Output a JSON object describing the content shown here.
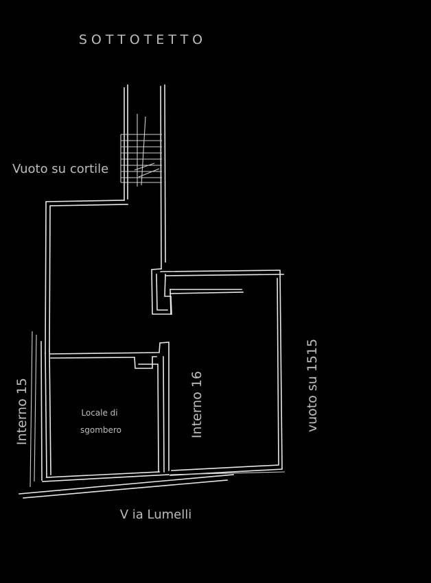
{
  "title": "SOTTOTETTO",
  "labels": {
    "courtyard_void": "Vuoto su cortile",
    "interior_15": "Interno  15",
    "interior_16": "Interno  16",
    "void_1515": "vuoto su 1515",
    "storage_room_line1": "Locale di",
    "storage_room_line2": "sgombero",
    "street": "V ia Lumelli"
  },
  "colors": {
    "background": "#000000",
    "lines": "#e8e8e8",
    "text": "#bdbdbd"
  }
}
